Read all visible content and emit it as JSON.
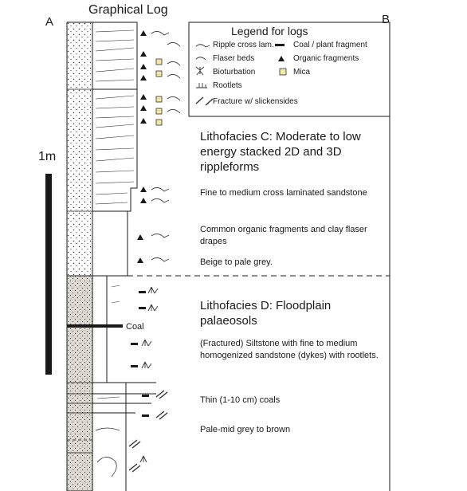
{
  "title": "Graphical Log",
  "label_a": "A",
  "label_b": "B",
  "scale_label": "1m",
  "coal_label": "Coal",
  "legend": {
    "title": "Legend for logs",
    "items": {
      "ripple": "Ripple cross lam.",
      "coal": "Coal / plant fragment",
      "flaser": "Flaser beds",
      "organic": "Organic fragments",
      "bioturbation": "Bioturbation",
      "mica": "Mica",
      "rootlets": "Rootlets",
      "fracture": "Fracture w/ slickensides"
    }
  },
  "lithofacies_c": {
    "heading": "Lithofacies C: Moderate to low energy stacked 2D and 3D rippleforms",
    "descriptions": [
      "Fine to medium cross laminated sandstone",
      "Common organic fragments and clay flaser drapes",
      "Beige to pale grey."
    ]
  },
  "lithofacies_d": {
    "heading": "Lithofacies D: Floodplain palaeosols",
    "descriptions": [
      "(Fractured) Siltstone with fine to medium homogenized sandstone (dykes) with rootlets.",
      "Thin (1-10 cm) coals",
      "Pale-mid grey to brown"
    ]
  },
  "colors": {
    "ink": "#1a1a1a",
    "sand_fill": "#ffffff",
    "silt_fill": "#d9d4cc",
    "mica_fill": "#f2e7a6"
  }
}
